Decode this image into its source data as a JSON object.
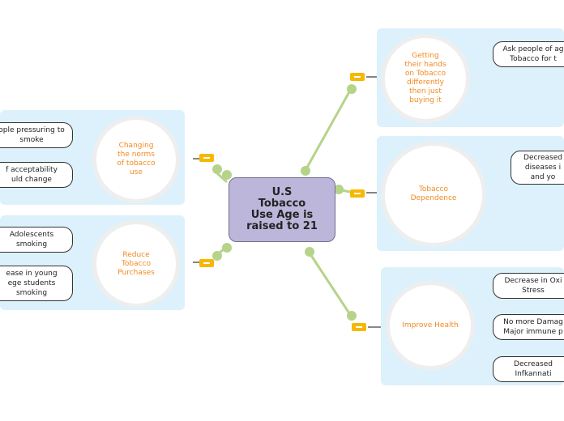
{
  "central": {
    "title": "U.S\nTobacco\nUse Age is\nraised to 21"
  },
  "branches": {
    "getting_hands": {
      "label": "Getting\ntheir hands\non Tobacco\ndifferently\nthen just\nbuying it",
      "leaves": [
        "Ask people of ag\nTobacco for t"
      ]
    },
    "dependence": {
      "label": "Tobacco\nDependence",
      "leaves": [
        "Decreased\ndiseases i\nand yo"
      ]
    },
    "health": {
      "label": "Improve Health",
      "leaves": [
        "Decrease in Oxi\nStress",
        "No more Damag\nMajor immune p",
        "Decreased\nInfkannati"
      ]
    },
    "norms": {
      "label": "Changing\nthe norms\nof tobacco\nuse",
      "leaves": [
        "ople pressuring to\nsmoke",
        "f acceptability\nuld change"
      ]
    },
    "purchases": {
      "label": "Reduce\nTobacco\nPurchases",
      "leaves": [
        "Adolescents\nsmoking",
        "ease in young\nege students\nsmoking"
      ]
    }
  },
  "colors": {
    "panel": "#dcf1fb",
    "central_fill": "#bcb6da",
    "connector": "#b6d38a",
    "badge": "#f6b800",
    "branch_text": "#f28a1e"
  }
}
